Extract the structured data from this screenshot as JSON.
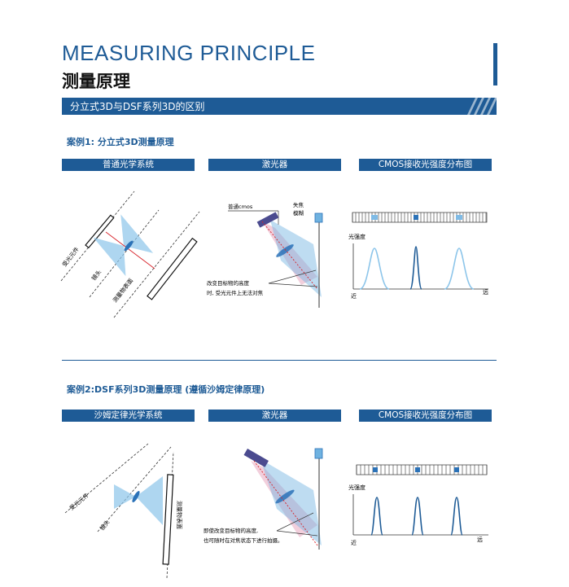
{
  "header": {
    "title_en": "MEASURING PRINCIPLE",
    "title_cn": "测量原理"
  },
  "banner": {
    "text": "分立式3D与DSF系列3D的区别"
  },
  "colors": {
    "brand": "#1e5b96",
    "beam_blue": "#6fb2e0",
    "beam_pink": "#e8a7c0",
    "dash_red": "#d8232a"
  },
  "case1": {
    "title": "案例1: 分立式3D测量原理",
    "headers": [
      "普通光学系统",
      "激光器",
      "CMOS接收光强度分布图"
    ],
    "optic": {
      "sensor": "受光元件",
      "lens": "镜头",
      "target": "测量物表面"
    },
    "laser": {
      "cmos": "普通cmos",
      "blur_1": "失焦",
      "blur_2": "模糊",
      "note_1": "改变目标物的高度",
      "note_2": "时, 受光元件上无法对焦"
    },
    "intensity": {
      "ylabel": "光强度",
      "near": "近",
      "far": "远"
    }
  },
  "case2": {
    "title": "案例2:DSF系列3D测量原理 (遵循沙姆定律原理)",
    "headers": [
      "沙姆定律光学系统",
      "激光器",
      "CMOS接收光强度分布图"
    ],
    "optic": {
      "sensor": "受光元件",
      "lens": "镜头",
      "target": "测量物表面"
    },
    "laser": {
      "note_1": "即使改变目标物的高度,",
      "note_2": "也可随时在对焦状态下进行拍摄。"
    },
    "intensity": {
      "ylabel": "光强度",
      "near": "近",
      "far": "远"
    }
  }
}
